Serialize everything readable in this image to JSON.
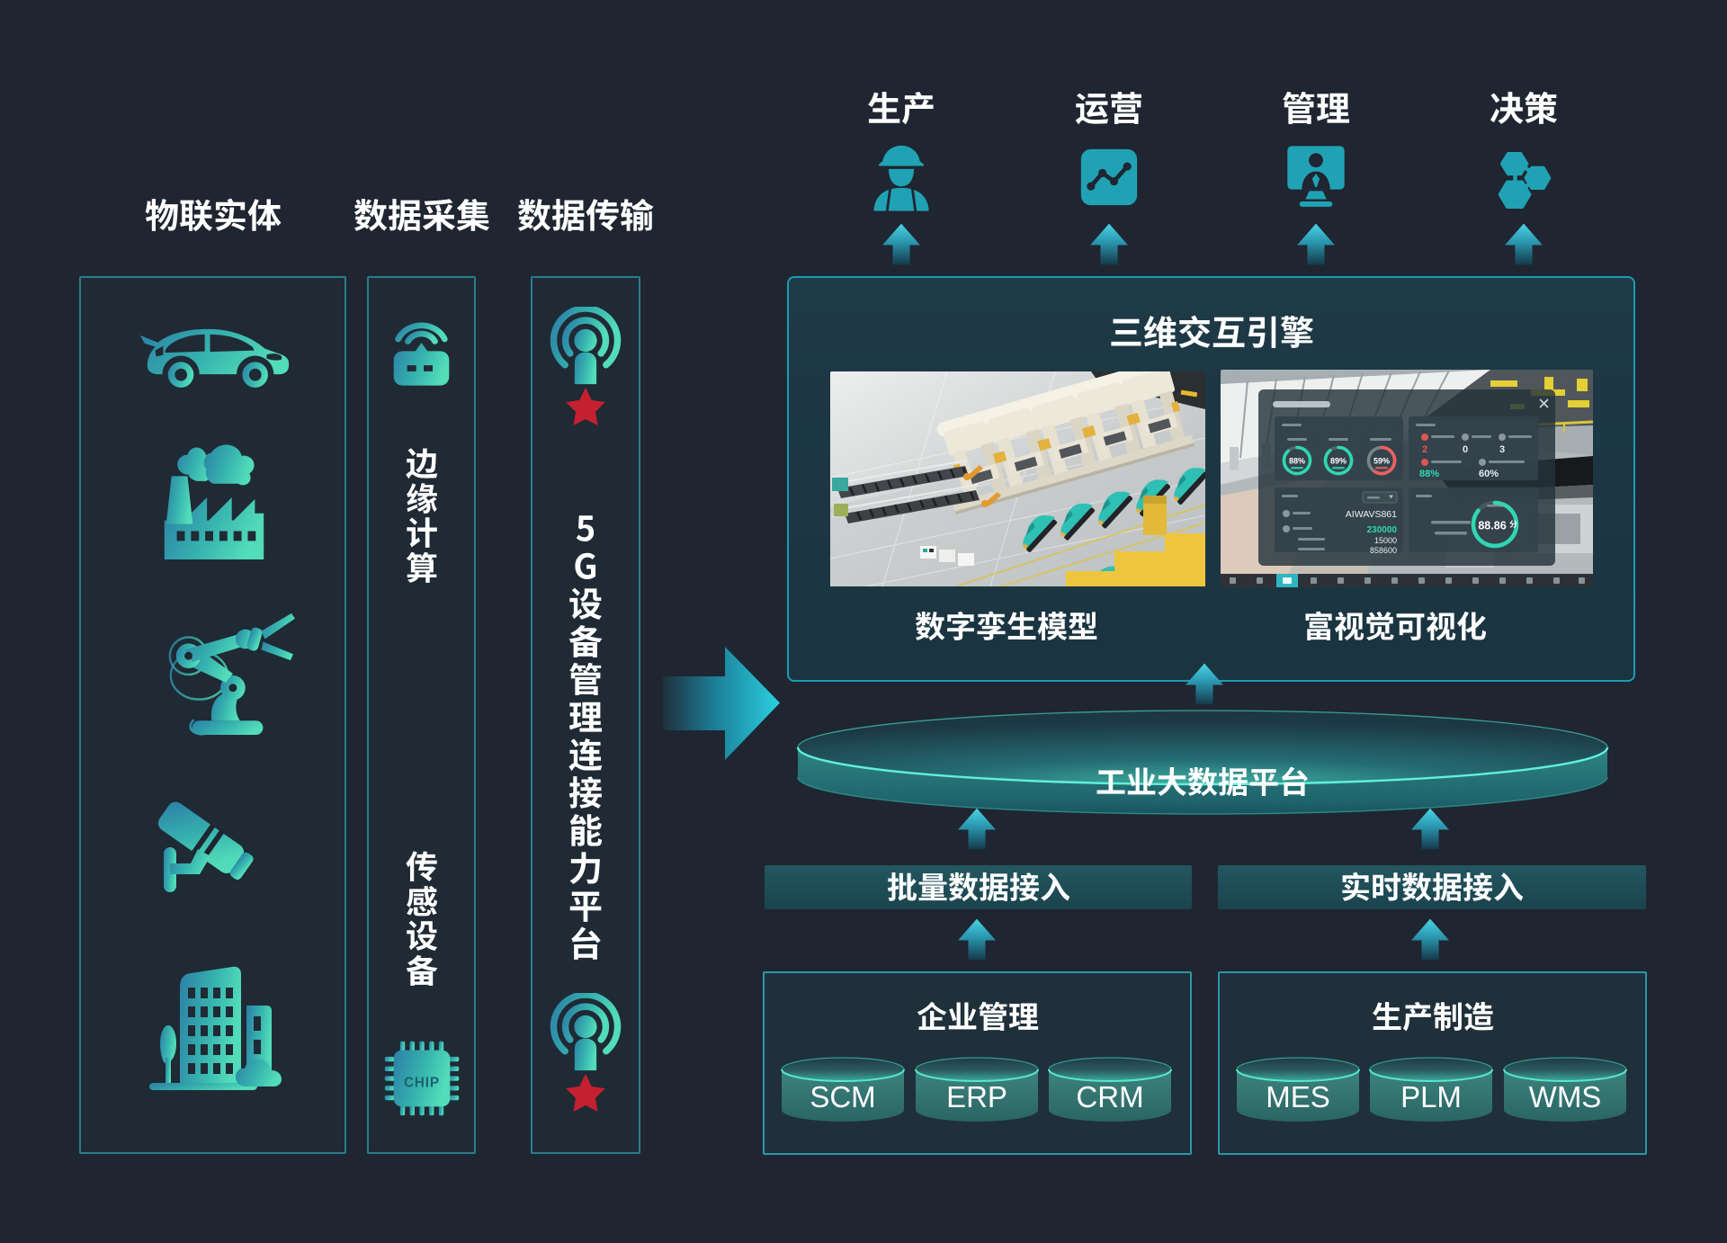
{
  "page": {
    "background": "#1f2631",
    "accent_teal": "#20a2b4",
    "accent_red": "#c5202f"
  },
  "left_columns": [
    {
      "title": "物联实体",
      "icons": [
        "car-icon",
        "factory-icon",
        "robot-arm-icon",
        "cctv-camera-icon",
        "city-buildings-icon"
      ]
    },
    {
      "title": "数据采集",
      "labels": [
        "边缘计算",
        "传感设备"
      ],
      "chip_label": "CHIP"
    },
    {
      "title": "数据传输",
      "label": "5G设备管理连接能力平台"
    }
  ],
  "outputs": [
    {
      "label": "生产",
      "icon": "worker-icon"
    },
    {
      "label": "运营",
      "icon": "line-chart-icon"
    },
    {
      "label": "管理",
      "icon": "monitor-person-icon"
    },
    {
      "label": "决策",
      "icon": "hexagon-cluster-icon"
    }
  ],
  "engine": {
    "title": "三维交互引擎",
    "left_caption": "数字孪生模型",
    "right_caption": "富视觉可视化"
  },
  "dashboard": {
    "gauges": [
      {
        "value": "88%"
      },
      {
        "value": "89%"
      },
      {
        "value": "59%"
      }
    ],
    "counters": [
      {
        "value": "2"
      },
      {
        "value": "0"
      },
      {
        "value": "3"
      }
    ],
    "rates": [
      {
        "value": "88%"
      },
      {
        "value": "60%"
      }
    ],
    "device_model": "AIWAVS861",
    "metrics": [
      {
        "value": "230000"
      },
      {
        "value": "15000"
      },
      {
        "value": "858600"
      }
    ],
    "score": {
      "value": "88.86",
      "unit": "分"
    }
  },
  "platform": {
    "label": "工业大数据平台"
  },
  "ingest": [
    {
      "label": "批量数据接入"
    },
    {
      "label": "实时数据接入"
    }
  ],
  "sources": [
    {
      "title": "企业管理",
      "systems": [
        "SCM",
        "ERP",
        "CRM"
      ]
    },
    {
      "title": "生产制造",
      "systems": [
        "MES",
        "PLM",
        "WMS"
      ]
    }
  ]
}
